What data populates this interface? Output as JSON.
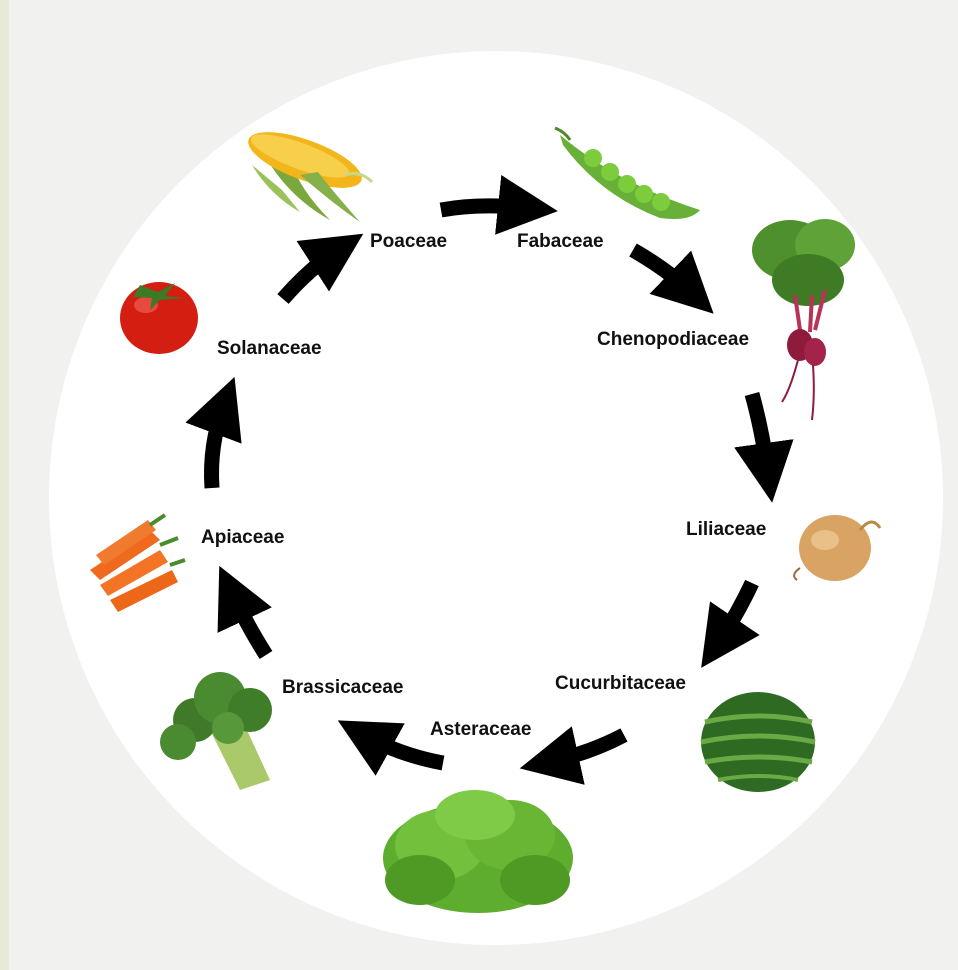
{
  "diagram": {
    "families": [
      {
        "id": "poaceae",
        "label": "Poaceae",
        "icon": "corn-icon"
      },
      {
        "id": "fabaceae",
        "label": "Fabaceae",
        "icon": "pea-pod-icon"
      },
      {
        "id": "chenopodiaceae",
        "label": "Chenopodiaceae",
        "icon": "beet-icon"
      },
      {
        "id": "liliaceae",
        "label": "Liliaceae",
        "icon": "onion-icon"
      },
      {
        "id": "cucurbitaceae",
        "label": "Cucurbitaceae",
        "icon": "watermelon-icon"
      },
      {
        "id": "asteraceae",
        "label": "Asteraceae",
        "icon": "lettuce-icon"
      },
      {
        "id": "brassicaceae",
        "label": "Brassicaceae",
        "icon": "broccoli-icon"
      },
      {
        "id": "apiaceae",
        "label": "Apiaceae",
        "icon": "carrot-icon"
      },
      {
        "id": "solanaceae",
        "label": "Solanaceae",
        "icon": "tomato-icon"
      }
    ],
    "cycle_direction": "clockwise",
    "colors": {
      "circle_background": "#ffffff",
      "page_background": "#f1f2ef",
      "arrow": "#000000"
    }
  }
}
